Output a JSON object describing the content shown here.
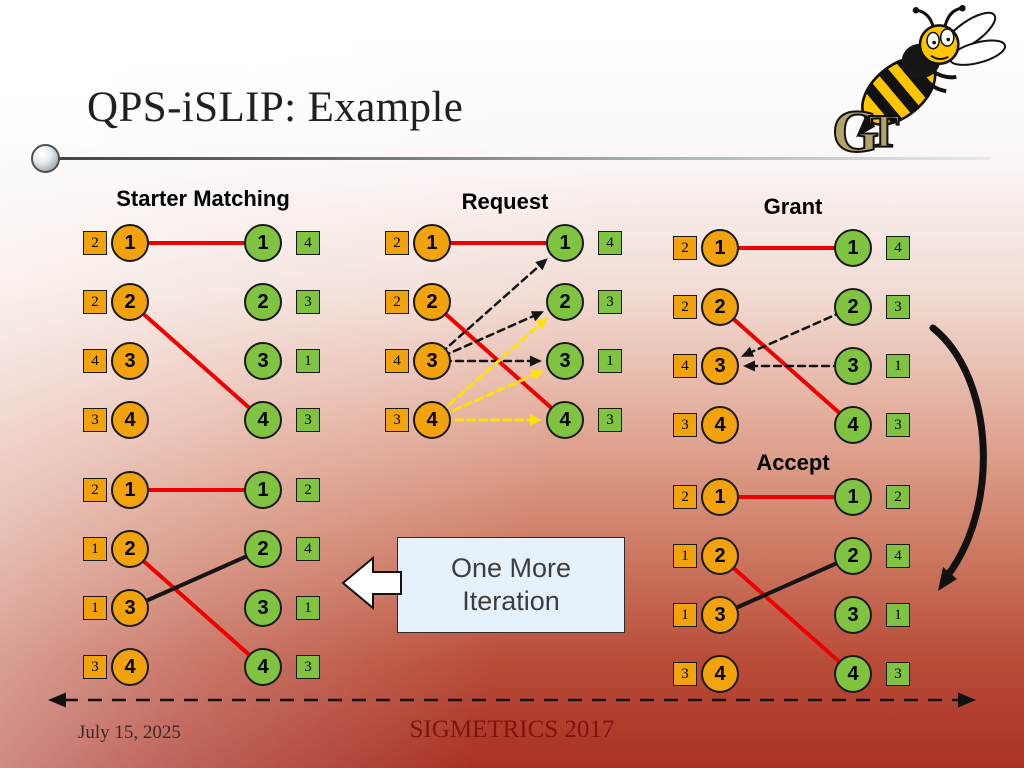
{
  "slide": {
    "title": "QPS-iSLIP: Example",
    "footer_date": "July 15, 2025",
    "footer_conference": "SIGMETRICS 2017"
  },
  "callout": {
    "text_line1": "One More",
    "text_line2": "Iteration"
  },
  "mascot": {
    "letter_g": "G",
    "letter_t": "T"
  },
  "colors": {
    "input_node": "#F2A30B",
    "output_node": "#80C341",
    "matched_edge": "#EF0000",
    "accepted_edge": "#141414",
    "request_black": "#141414",
    "request_yellow": "#FFE205",
    "grant_arrow": "#141414"
  },
  "panels": [
    {
      "key": "starter",
      "label": "Starter Matching",
      "input_pointers": [
        "2",
        "2",
        "4",
        "3"
      ],
      "input_nodes": [
        "1",
        "2",
        "3",
        "4"
      ],
      "output_nodes": [
        "1",
        "2",
        "3",
        "4"
      ],
      "output_pointers": [
        "4",
        "3",
        "1",
        "3"
      ],
      "edges": [
        {
          "from": 1,
          "to": 1,
          "type": "match"
        },
        {
          "from": 2,
          "to": 4,
          "type": "match"
        }
      ]
    },
    {
      "key": "request",
      "label": "Request",
      "input_pointers": [
        "2",
        "2",
        "4",
        "3"
      ],
      "input_nodes": [
        "1",
        "2",
        "3",
        "4"
      ],
      "output_nodes": [
        "1",
        "2",
        "3",
        "4"
      ],
      "output_pointers": [
        "4",
        "3",
        "1",
        "3"
      ],
      "edges": [
        {
          "from": 1,
          "to": 1,
          "type": "match"
        },
        {
          "from": 2,
          "to": 4,
          "type": "match"
        },
        {
          "from": 3,
          "to": 1,
          "type": "request-black"
        },
        {
          "from": 3,
          "to": 2,
          "type": "request-black"
        },
        {
          "from": 3,
          "to": 3,
          "type": "request-black"
        },
        {
          "from": 4,
          "to": 2,
          "type": "request-yellow"
        },
        {
          "from": 4,
          "to": 3,
          "type": "request-yellow"
        },
        {
          "from": 4,
          "to": 4,
          "type": "request-yellow"
        }
      ]
    },
    {
      "key": "grant",
      "label": "Grant",
      "input_pointers": [
        "2",
        "2",
        "4",
        "3"
      ],
      "input_nodes": [
        "1",
        "2",
        "3",
        "4"
      ],
      "output_nodes": [
        "1",
        "2",
        "3",
        "4"
      ],
      "output_pointers": [
        "4",
        "3",
        "1",
        "3"
      ],
      "edges": [
        {
          "from": 1,
          "to": 1,
          "type": "match"
        },
        {
          "from": 2,
          "to": 4,
          "type": "match"
        },
        {
          "from": 3,
          "to": 2,
          "type": "grant"
        },
        {
          "from": 3,
          "to": 3,
          "type": "grant"
        }
      ]
    },
    {
      "key": "updated",
      "label": "",
      "input_pointers": [
        "2",
        "1",
        "1",
        "3"
      ],
      "input_nodes": [
        "1",
        "2",
        "3",
        "4"
      ],
      "output_nodes": [
        "1",
        "2",
        "3",
        "4"
      ],
      "output_pointers": [
        "2",
        "4",
        "1",
        "3"
      ],
      "edges": [
        {
          "from": 1,
          "to": 1,
          "type": "match"
        },
        {
          "from": 2,
          "to": 4,
          "type": "match"
        },
        {
          "from": 3,
          "to": 2,
          "type": "accepted"
        }
      ]
    },
    {
      "key": "accept",
      "label": "Accept",
      "input_pointers": [
        "2",
        "1",
        "1",
        "3"
      ],
      "input_nodes": [
        "1",
        "2",
        "3",
        "4"
      ],
      "output_nodes": [
        "1",
        "2",
        "3",
        "4"
      ],
      "output_pointers": [
        "2",
        "4",
        "1",
        "3"
      ],
      "edges": [
        {
          "from": 1,
          "to": 1,
          "type": "match"
        },
        {
          "from": 2,
          "to": 4,
          "type": "match"
        },
        {
          "from": 3,
          "to": 2,
          "type": "accepted"
        }
      ]
    }
  ]
}
